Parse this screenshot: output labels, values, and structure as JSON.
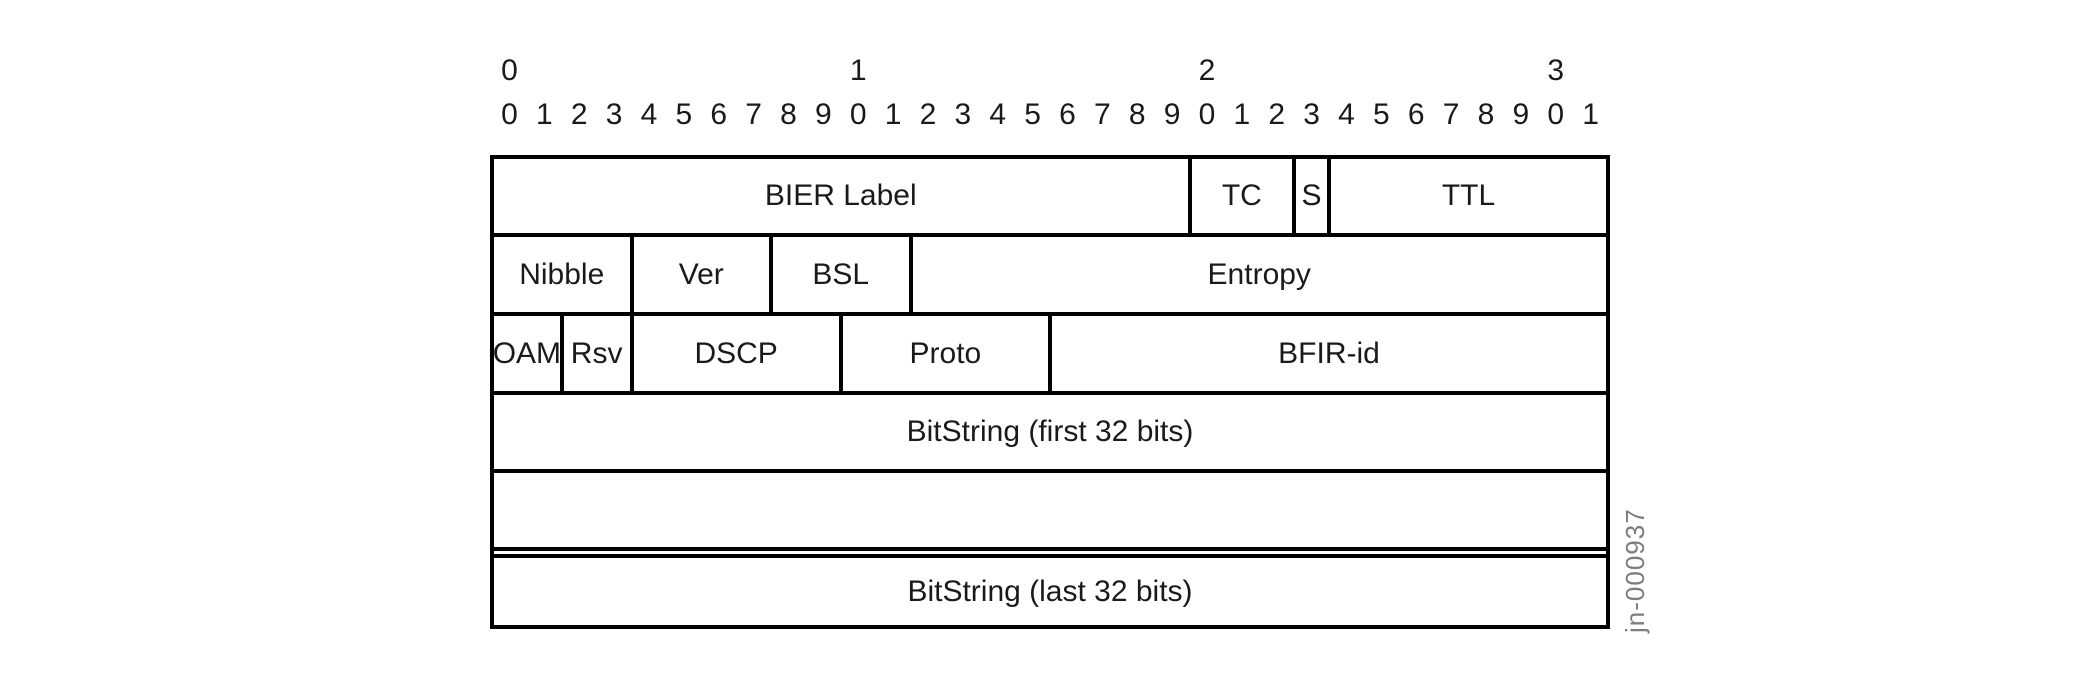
{
  "figure_id": "jn-000937",
  "ruler": {
    "decades": [
      "0",
      "1",
      "2",
      "3"
    ],
    "bits": [
      "0",
      "1",
      "2",
      "3",
      "4",
      "5",
      "6",
      "7",
      "8",
      "9",
      "0",
      "1",
      "2",
      "3",
      "4",
      "5",
      "6",
      "7",
      "8",
      "9",
      "0",
      "1",
      "2",
      "3",
      "4",
      "5",
      "6",
      "7",
      "8",
      "9",
      "0",
      "1"
    ]
  },
  "header_rows": [
    {
      "fields": [
        {
          "label": "BIER Label",
          "bits": 20
        },
        {
          "label": "TC",
          "bits": 3
        },
        {
          "label": "S",
          "bits": 1
        },
        {
          "label": "TTL",
          "bits": 8
        }
      ]
    },
    {
      "fields": [
        {
          "label": "Nibble",
          "bits": 4
        },
        {
          "label": "Ver",
          "bits": 4
        },
        {
          "label": "BSL",
          "bits": 4
        },
        {
          "label": "Entropy",
          "bits": 20
        }
      ]
    },
    {
      "fields": [
        {
          "label": "OAM",
          "bits": 2
        },
        {
          "label": "Rsv",
          "bits": 2
        },
        {
          "label": "DSCP",
          "bits": 6
        },
        {
          "label": "Proto",
          "bits": 6
        },
        {
          "label": "BFIR-id",
          "bits": 16
        }
      ]
    },
    {
      "fields": [
        {
          "label": "BitString (first 32 bits)",
          "bits": 32
        }
      ]
    },
    {
      "fields": [
        {
          "label": "",
          "bits": 32
        }
      ]
    },
    {
      "fields": [
        {
          "label": "BitString (last 32 bits)",
          "bits": 32
        }
      ]
    }
  ],
  "colors": {
    "line": "#000000",
    "text": "#1a1a1a",
    "figure_id_text": "#7d7d7d",
    "background": "#ffffff"
  }
}
